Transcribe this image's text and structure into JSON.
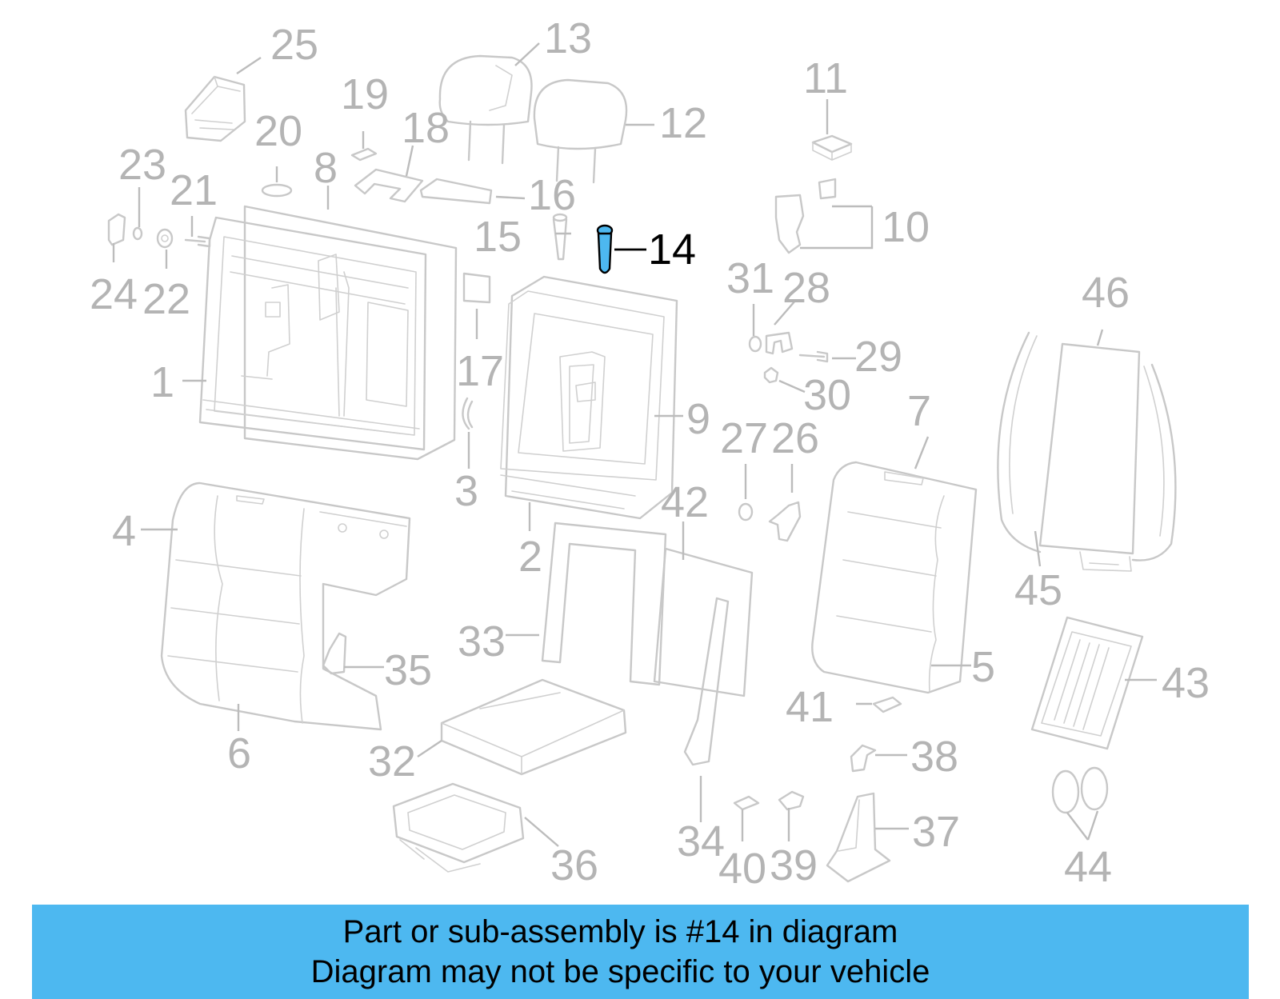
{
  "diagram": {
    "highlighted_part": "14",
    "highlight_color": "#4db8f0",
    "callouts": [
      "25",
      "13",
      "19",
      "18",
      "12",
      "11",
      "20",
      "8",
      "23",
      "21",
      "16",
      "10",
      "15",
      "14",
      "24",
      "22",
      "31",
      "28",
      "46",
      "17",
      "29",
      "1",
      "30",
      "9",
      "3",
      "27",
      "26",
      "7",
      "42",
      "4",
      "2",
      "45",
      "43",
      "33",
      "5",
      "35",
      "41",
      "38",
      "6",
      "32",
      "37",
      "34",
      "40",
      "39",
      "36",
      "44"
    ]
  },
  "banner": {
    "line1": "Part or sub-assembly is #14 in diagram",
    "line2": "Diagram may not be specific to your vehicle",
    "background": "#4db8f0"
  }
}
